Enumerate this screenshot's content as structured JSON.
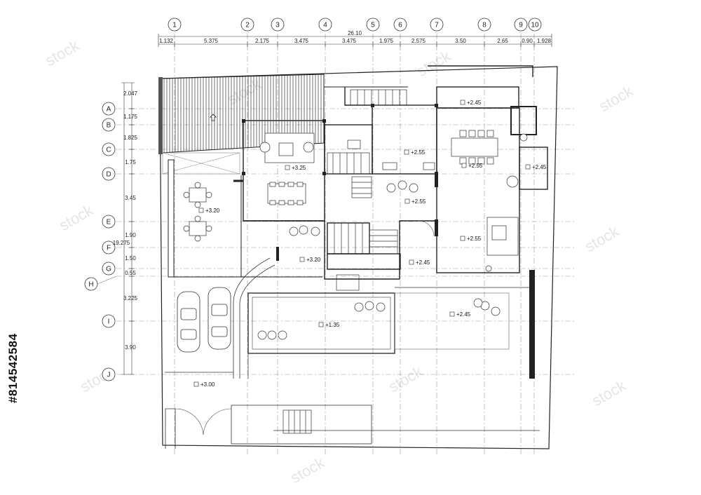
{
  "grid_columns": [
    "1",
    "2",
    "3",
    "4",
    "5",
    "6",
    "7",
    "8",
    "9",
    "10"
  ],
  "grid_rows": [
    "A",
    "B",
    "C",
    "D",
    "E",
    "F",
    "G",
    "H",
    "I",
    "J"
  ],
  "overall_width": "26.10",
  "column_spacings": [
    "1.132",
    "5.375",
    "2.175",
    "3.475",
    "3.475",
    "1.975",
    "2.575",
    "3.50",
    "2.65",
    "0.90",
    "1.928"
  ],
  "overall_depth": "19.275",
  "row_spacings": [
    "2.047",
    "1.175",
    "1.825",
    "1.75",
    "3.45",
    "1.90",
    "1.50",
    "0.55",
    "3.225",
    "3.90"
  ],
  "levels": {
    "bedroom_top": "+2.45",
    "kitchen": "+2.55",
    "dining_right": "+2.55",
    "deck_right": "+2.45",
    "living": "+3.25",
    "terrace_left": "+3.20",
    "hall_center": "+2.55",
    "family": "+2.55",
    "step_left": "+3.20",
    "corridor": "+2.45",
    "pool": "+1.35",
    "pool_deck": "+2.45",
    "carport": "+3.00"
  },
  "stock_id": "#814542584",
  "watermark": "stock"
}
